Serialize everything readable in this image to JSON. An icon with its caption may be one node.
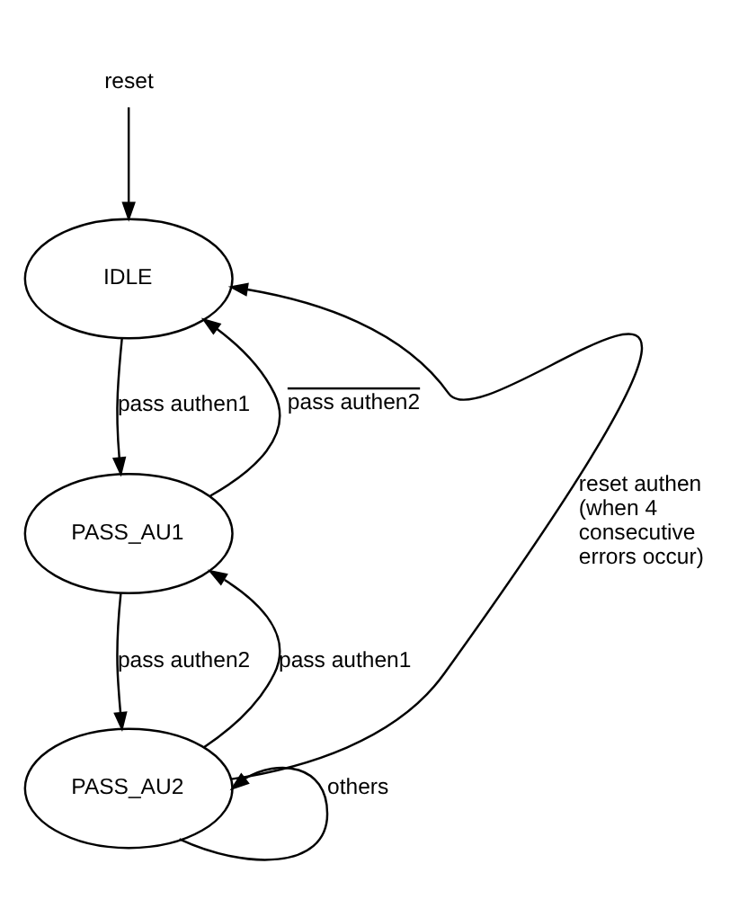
{
  "diagram": {
    "nodes": [
      {
        "text": [
          "reset"
        ]
      },
      {
        "text": [
          "IDLE"
        ]
      },
      {
        "text": [
          "PASS_AU1"
        ]
      },
      {
        "text": [
          "PASS_AU2"
        ]
      }
    ],
    "edges": [
      {
        "from": 0,
        "to": 1,
        "arrow": "to"
      },
      {
        "from": 1,
        "to": 2,
        "arrow": "to",
        "label": "pass authen1"
      },
      {
        "from": 2,
        "to": 1,
        "arrow": "to",
        "label": "pass authen2"
      },
      {
        "from": 2,
        "to": 3,
        "arrow": "to",
        "label": "pass authen2"
      },
      {
        "from": 3,
        "to": 2,
        "arrow": "to",
        "label": "pass authen1"
      },
      {
        "from": 3,
        "to": 3,
        "arrow": "to",
        "label": "others"
      },
      {
        "from": 3,
        "to": 1,
        "arrow": "to",
        "label": "reset authen (when 4 consecutive errors occur)"
      }
    ]
  }
}
